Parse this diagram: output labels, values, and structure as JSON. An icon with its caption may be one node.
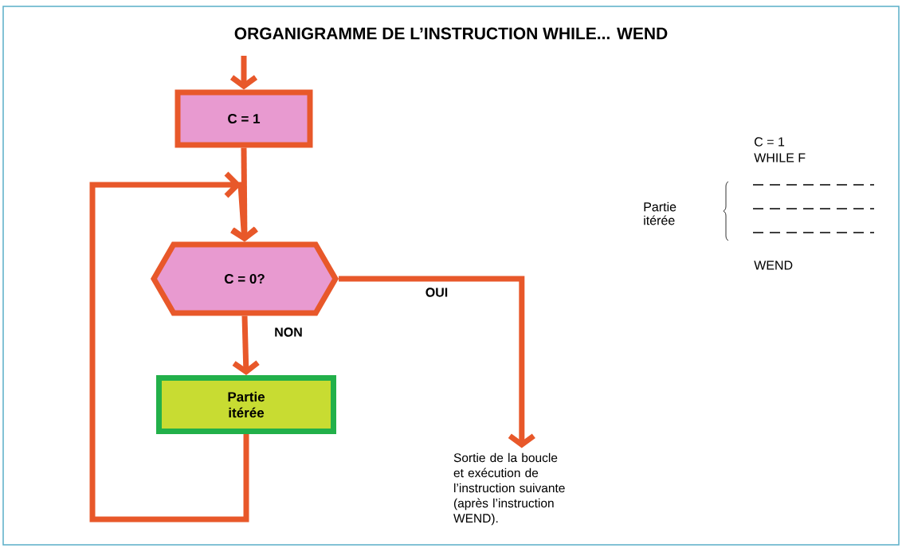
{
  "diagram": {
    "title": "ORGANIGRAMME DE L’INSTRUCTION WHILE... WEND",
    "nodes": [
      {
        "text": [
          "C = 1"
        ]
      },
      {
        "text": [
          "C = 0?"
        ]
      },
      {
        "text": [
          "Partie itérée"
        ]
      },
      {
        "text": [
          "Sortie de la boucle et exécution de l’instruction suivante (après l’instruction WEND)."
        ]
      }
    ],
    "edges": [
      {
        "from": null,
        "to": 0,
        "arrow": "to"
      },
      {
        "from": 0,
        "to": 1,
        "arrow": "to"
      },
      {
        "from": 1,
        "to": 2,
        "arrow": "to",
        "label": "NON"
      },
      {
        "from": 1,
        "to": 3,
        "arrow": "to",
        "label": "OUI"
      },
      {
        "from": 2,
        "to": 1,
        "arrow": "to"
      }
    ],
    "labels": [
      "C = 1",
      "WHILE F",
      "Partie itérée",
      "WEND"
    ]
  }
}
